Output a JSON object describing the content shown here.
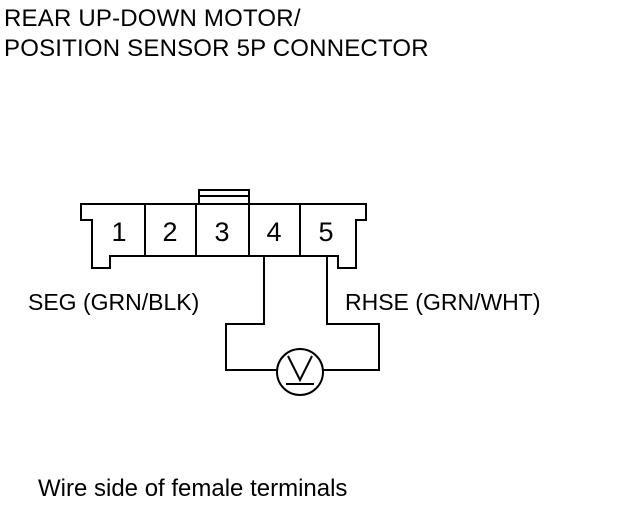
{
  "title": {
    "line1": "REAR UP-DOWN MOTOR/",
    "line2": "POSITION SENSOR 5P CONNECTOR"
  },
  "connector": {
    "pins": [
      "1",
      "2",
      "3",
      "4",
      "5"
    ]
  },
  "wires": {
    "left_label": "SEG (GRN/BLK)",
    "right_label": "RHSE (GRN/WHT)"
  },
  "meter": {
    "icon": "voltmeter-icon",
    "symbol": "V"
  },
  "caption": "Wire side of female terminals"
}
